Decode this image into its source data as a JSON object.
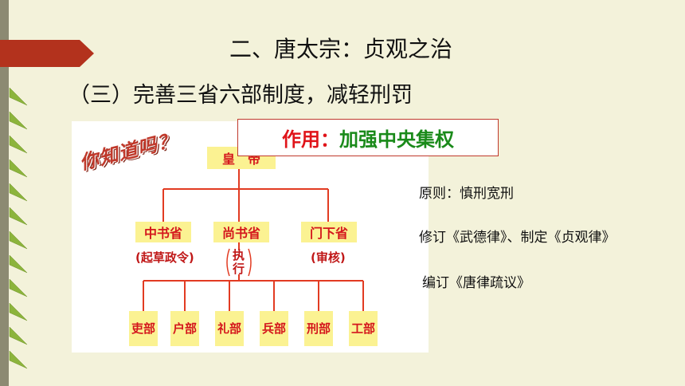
{
  "title": "二、唐太宗：贞观之治",
  "subtitle": "（三）完善三省六部制度，减轻刑罚",
  "effect": {
    "label": "作用",
    "colon": "：",
    "value": "加强中央集权"
  },
  "diagram": {
    "badge": "你知道吗？",
    "emperor": "皇　帝",
    "provinces": [
      {
        "name": "中书省",
        "note": "(起草政令)"
      },
      {
        "name": "尚书省",
        "note": "执行"
      },
      {
        "name": "门下省",
        "note": "(审核)"
      }
    ],
    "ministries": [
      "吏部",
      "户部",
      "礼部",
      "兵部",
      "刑部",
      "工部"
    ]
  },
  "side_notes": [
    "原则：慎刑宽刑",
    "修订《武德律》、制定《贞观律》",
    "编订《唐律疏议》"
  ],
  "colors": {
    "background": "#f3f2da",
    "accent_red": "#c0392b",
    "box_yellow": "#fbf292",
    "green": "#1a8a1a"
  }
}
